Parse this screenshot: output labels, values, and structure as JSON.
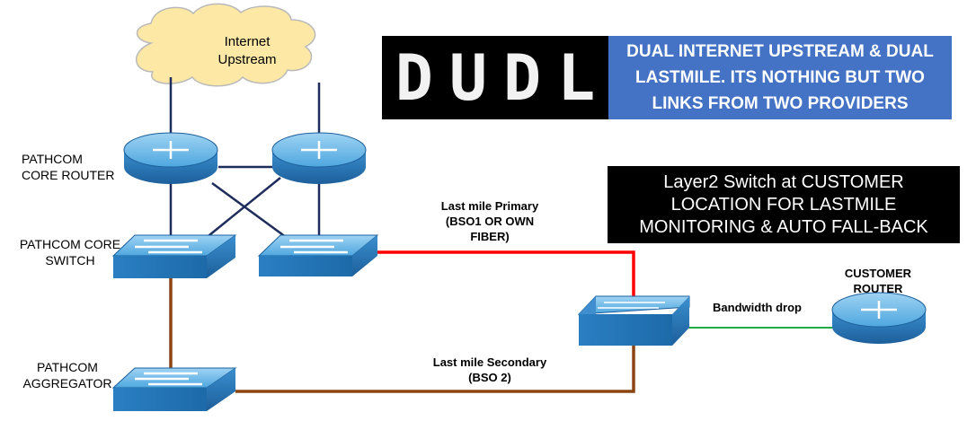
{
  "cloud": {
    "label_line1": "Internet",
    "label_line2": "Upstream"
  },
  "banner": {
    "logo_text": "DUDL",
    "description": "DUAL INTERNET UPSTREAM & DUAL LASTMILE. ITS NOTHING BUT TWO LINKS FROM TWO PROVIDERS"
  },
  "layer2_note": "Layer2 Switch at CUSTOMER LOCATION FOR LASTMILE MONITORING & AUTO FALL-BACK",
  "labels": {
    "core_router_line1": "PATHCOM",
    "core_router_line2": "CORE ROUTER",
    "core_switch_line1": "PATHCOM CORE",
    "core_switch_line2": "SWITCH",
    "aggregator_line1": "PATHCOM",
    "aggregator_line2": "AGGREGATOR",
    "customer_router_line1": "CUSTOMER",
    "customer_router_line2": "ROUTER"
  },
  "links": {
    "primary_line1": "Last mile  Primary",
    "primary_line2": "(BSO1 OR OWN",
    "primary_line3": "FIBER)",
    "secondary_line1": "Last mile  Secondary",
    "secondary_line2": "(BSO 2)",
    "bandwidth": "Bandwidth drop"
  },
  "colors": {
    "primary_link": "#ff0000",
    "secondary_link": "#8b4513",
    "bandwidth_link": "#22aa44",
    "core_link": "#1f2d5c",
    "device_blue": "#2f8fd0",
    "banner_blue": "#4472c4"
  }
}
